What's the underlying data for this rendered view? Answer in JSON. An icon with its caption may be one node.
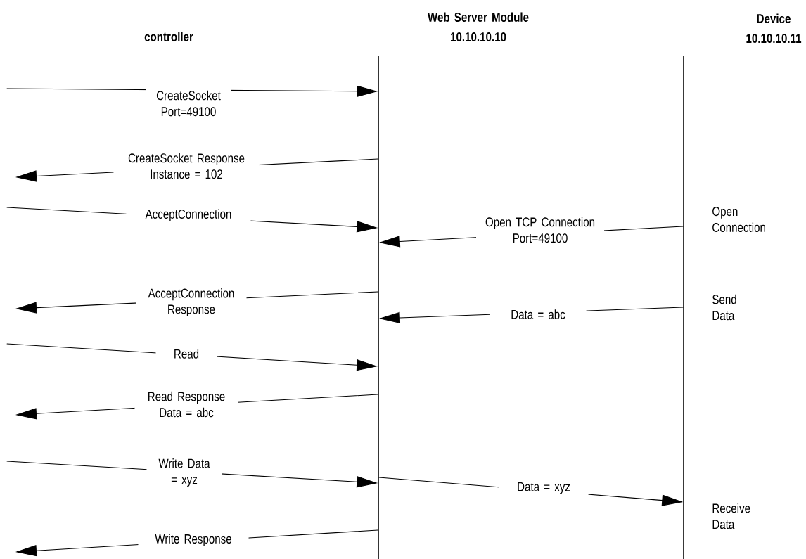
{
  "diagram": {
    "nodes": [
      {
        "text": [
          "controller"
        ]
      },
      {
        "text": [
          "Web Server Module",
          "10.10.10.10"
        ]
      },
      {
        "text": [
          "Device",
          "10.10.10.11"
        ]
      }
    ],
    "edges": [
      {
        "from": null,
        "to": 1,
        "arrow": "to",
        "label": "CreateSocket Port=49100"
      },
      {
        "from": 1,
        "to": null,
        "arrow": "to",
        "label": "CreateSocket Response Instance = 102"
      },
      {
        "from": null,
        "to": 1,
        "arrow": "to",
        "label": "AcceptConnection"
      },
      {
        "from": 2,
        "to": 1,
        "arrow": "to",
        "label": "Open TCP Connection Port=49100"
      },
      {
        "from": 1,
        "to": null,
        "arrow": "to",
        "label": "AcceptConnection Response"
      },
      {
        "from": 2,
        "to": 1,
        "arrow": "to",
        "label": "Data = abc"
      },
      {
        "from": null,
        "to": 1,
        "arrow": "to",
        "label": "Read"
      },
      {
        "from": 1,
        "to": null,
        "arrow": "to",
        "label": "Read Response Data = abc"
      },
      {
        "from": null,
        "to": 1,
        "arrow": "to",
        "label": "Write Data = xyz"
      },
      {
        "from": 1,
        "to": 2,
        "arrow": "to",
        "label": "Data = xyz"
      },
      {
        "from": 1,
        "to": null,
        "arrow": "to",
        "label": "Write Response"
      }
    ],
    "labels": [
      "Open Connection",
      "Send Data",
      "Receive Data"
    ]
  }
}
